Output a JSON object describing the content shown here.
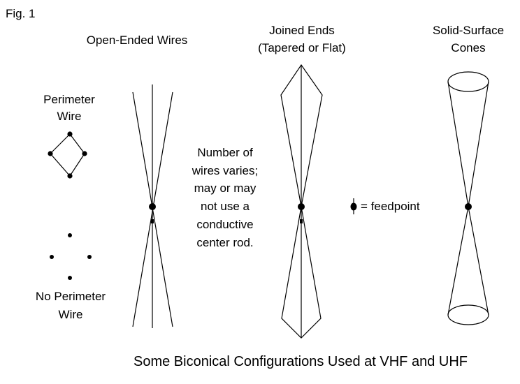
{
  "figure": {
    "label": "Fig. 1",
    "caption": "Some Biconical Configurations Used at VHF and UHF"
  },
  "columns": {
    "open_wires": {
      "title": "Open-Ended Wires"
    },
    "joined_ends": {
      "title_line1": "Joined Ends",
      "title_line2": "(Tapered or Flat)"
    },
    "solid_cones": {
      "title_line1": "Solid-Surface",
      "title_line2": "Cones"
    }
  },
  "perimeter": {
    "line1": "Perimeter",
    "line2": "Wire"
  },
  "no_perimeter": {
    "line1": "No Perimeter",
    "line2": "Wire"
  },
  "note": {
    "lines": [
      "Number of",
      "wires varies;",
      "may or may",
      "not use a",
      "conductive",
      "center rod."
    ]
  },
  "legend": {
    "feedpoint": "= feedpoint"
  }
}
